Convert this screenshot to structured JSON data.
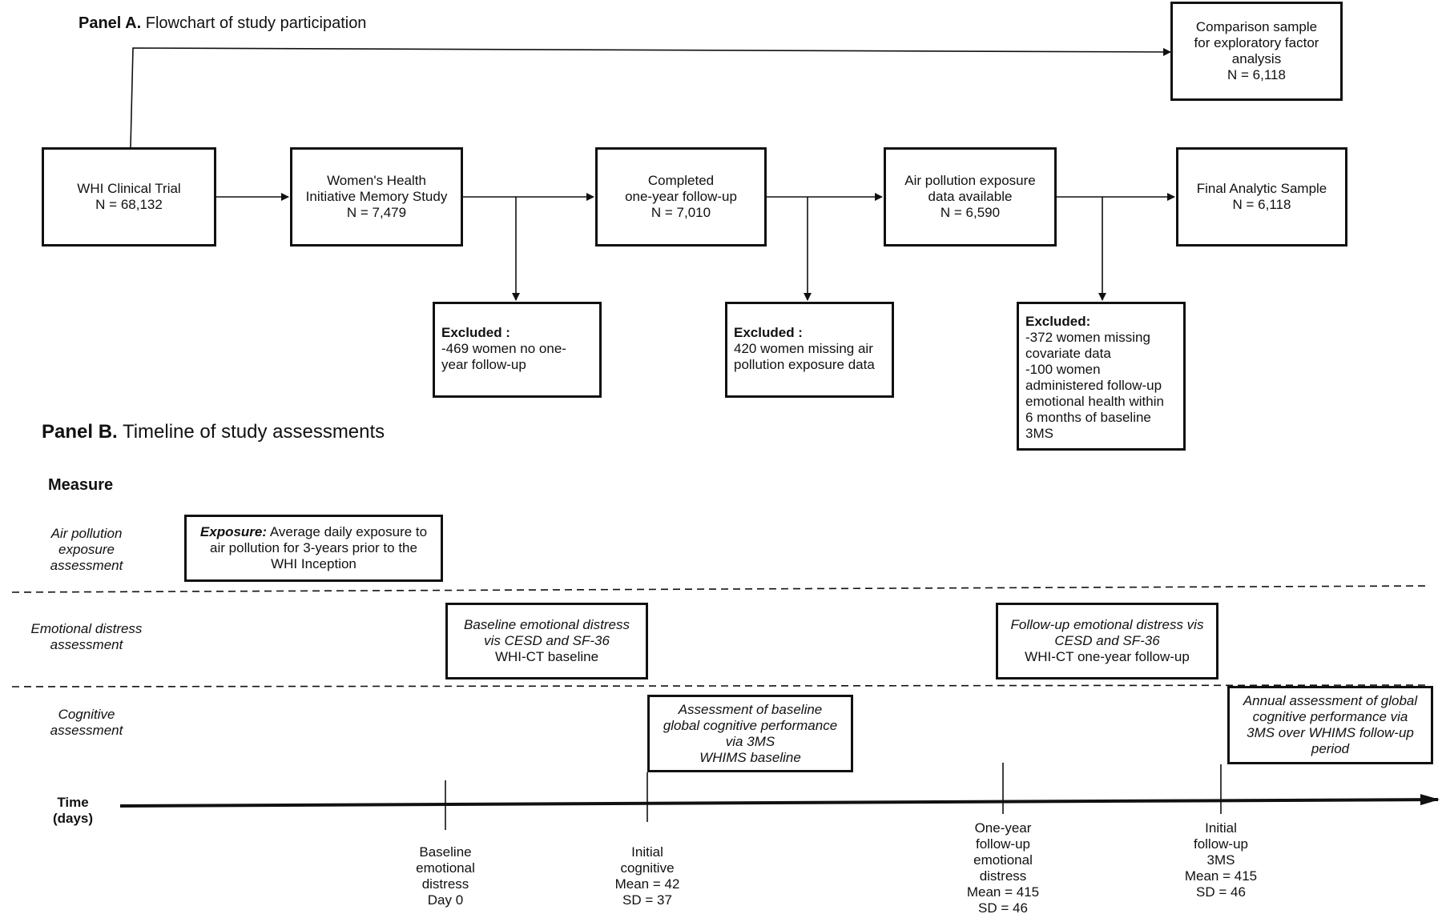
{
  "panel_a": {
    "label": "Panel A.",
    "title": "Flowchart of study participation",
    "comparison": {
      "l1": "Comparison sample",
      "l2": "for exploratory factor",
      "l3": "analysis",
      "l4": "N = 6,118"
    },
    "boxes": [
      {
        "l1": "WHI Clinical Trial",
        "l2": "N = 68,132"
      },
      {
        "l1": "Women's Health",
        "l2": "Initiative Memory Study",
        "l3": "N = 7,479"
      },
      {
        "l1": "Completed",
        "l2": "one-year follow-up",
        "l3": "N = 7,010"
      },
      {
        "l1": "Air pollution exposure",
        "l2": "data available",
        "l3": "N = 6,590"
      },
      {
        "l1": "Final Analytic Sample",
        "l2": "N = 6,118"
      }
    ],
    "excluded": [
      {
        "title": "Excluded :",
        "l1": "-469 women no one-",
        "l2": "year follow-up"
      },
      {
        "title": "Excluded :",
        "l1": "420 women missing air",
        "l2": "pollution exposure data"
      },
      {
        "title": "Excluded:",
        "l1": "-372 women missing",
        "l2": "covariate data",
        "l3": "-100 women",
        "l4": "administered follow-up",
        "l5": "emotional health within",
        "l6": "6 months of baseline",
        "l7": "3MS"
      }
    ]
  },
  "panel_b": {
    "label": "Panel B.",
    "title": "Timeline of study assessments",
    "measure_header": "Measure",
    "rows": {
      "air": {
        "l1": "Air pollution",
        "l2": "exposure",
        "l3": "assessment"
      },
      "emotional": {
        "l1": "Emotional distress",
        "l2": "assessment"
      },
      "cognitive": {
        "l1": "Cognitive",
        "l2": "assessment"
      }
    },
    "exposure_box": {
      "bold": "Exposure:",
      "l1": " Average daily exposure to",
      "l2": "air pollution for 3-years prior to the",
      "l3": "WHI Inception"
    },
    "baseline_emot_box": {
      "l1": "Baseline emotional distress",
      "l2": "vis CESD and SF-36",
      "l3": "WHI-CT baseline"
    },
    "followup_emot_box": {
      "l1": "Follow-up emotional distress vis",
      "l2": "CESD and SF-36",
      "l3": "WHI-CT one-year follow-up"
    },
    "baseline_cog_box": {
      "l1": "Assessment of baseline",
      "l2": "global cognitive performance",
      "l3": "via 3MS",
      "l4": "WHIMS baseline"
    },
    "annual_cog_box": {
      "l1": "Annual assessment of global",
      "l2": "cognitive performance via",
      "l3": "3MS over WHIMS follow-up",
      "l4": "period"
    },
    "time_label": {
      "l1": "Time",
      "l2": "(days)"
    },
    "ticks": [
      {
        "l1": "Baseline",
        "l2": "emotional",
        "l3": "distress",
        "l4": "Day 0"
      },
      {
        "l1": "Initial",
        "l2": "cognitive",
        "l3": "Mean = 42",
        "l4": "SD = 37"
      },
      {
        "l1": "One-year",
        "l2": "follow-up",
        "l3": "emotional",
        "l4": "distress",
        "l5": "Mean = 415",
        "l6": "SD = 46"
      },
      {
        "l1": "Initial",
        "l2": "follow-up",
        "l3": "3MS",
        "l4": "Mean = 415",
        "l5": "SD = 46"
      }
    ]
  }
}
